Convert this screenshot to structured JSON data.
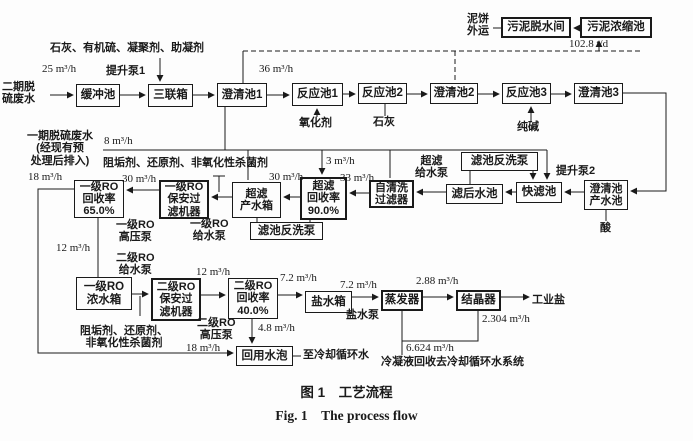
{
  "boxes": [
    {
      "label": "缓冲池"
    },
    {
      "label": "三联箱"
    },
    {
      "label": "澄清池1"
    },
    {
      "label": "反应池1"
    },
    {
      "label": "反应池2"
    },
    {
      "label": "澄清池2"
    },
    {
      "label": "反应池3"
    },
    {
      "label": "澄清池3"
    },
    {
      "label": "污泥脱水间"
    },
    {
      "label": "污泥浓缩池"
    },
    {
      "label": "超滤\n回收率\n90.0%"
    },
    {
      "label": "自清洗\n过滤器"
    },
    {
      "label": "滤后水池"
    },
    {
      "label": "快滤池"
    },
    {
      "label": "澄清池\n产水池"
    },
    {
      "label": "超滤\n产水箱"
    },
    {
      "label": "一级RO\n保安过\n滤机器"
    },
    {
      "label": "一级RO\n回收率\n65.0%"
    },
    {
      "label": "滤池反洗泵"
    },
    {
      "label": "滤池反洗泵"
    },
    {
      "label": "一级RO\n浓水箱"
    },
    {
      "label": "二级RO\n保安过\n滤机器"
    },
    {
      "label": "二级RO\n回收率\n40.0%"
    },
    {
      "label": "盐水箱"
    },
    {
      "label": "蒸发器"
    },
    {
      "label": "结晶器"
    },
    {
      "label": "回用水泡"
    }
  ],
  "labels": [
    {
      "text": "二期脱\n硫废水"
    },
    {
      "text": "25 m³/h"
    },
    {
      "text": "石灰、有机硫、凝聚剂、助凝剂"
    },
    {
      "text": "提升泵1"
    },
    {
      "text": "36 m³/h"
    },
    {
      "text": "泥饼\n外运"
    },
    {
      "text": "102.8 t/d"
    },
    {
      "text": "氧化剂"
    },
    {
      "text": "石灰"
    },
    {
      "text": "纯碱"
    },
    {
      "text": "一期脱硫废水\n(经现有预\n处理后排入)"
    },
    {
      "text": "8 m³/h"
    },
    {
      "text": "阻垢剂、还原剂、非氧化性杀菌剂"
    },
    {
      "text": "18 m³/h"
    },
    {
      "text": "30 m³/h"
    },
    {
      "text": "30 m³/h"
    },
    {
      "text": "3 m³/h"
    },
    {
      "text": "33 m³/h"
    },
    {
      "text": "超滤\n给水泵"
    },
    {
      "text": "提升泵2"
    },
    {
      "text": "酸"
    },
    {
      "text": "一级RO\n高压泵"
    },
    {
      "text": "一级RO\n给水泵"
    },
    {
      "text": "12 m³/h"
    },
    {
      "text": "二级RO\n给水泵"
    },
    {
      "text": "12 m³/h"
    },
    {
      "text": "二级RO\n高压泵"
    },
    {
      "text": "阻垢剂、还原剂、\n非氧化性杀菌剂"
    },
    {
      "text": "18 m³/h"
    },
    {
      "text": "7.2 m³/h"
    },
    {
      "text": "4.8 m³/h"
    },
    {
      "text": "7.2 m³/h"
    },
    {
      "text": "盐水泵"
    },
    {
      "text": "2.88 m³/h"
    },
    {
      "text": "工业盐"
    },
    {
      "text": "2.304 m³/h"
    },
    {
      "text": "6.624 m³/h"
    },
    {
      "text": "冷凝液回收去冷却循环水系统"
    },
    {
      "text": "至冷却循环水"
    }
  ],
  "figure": {
    "caption_zh": "图 1　工艺流程",
    "caption_en": "Fig. 1　The process flow"
  }
}
